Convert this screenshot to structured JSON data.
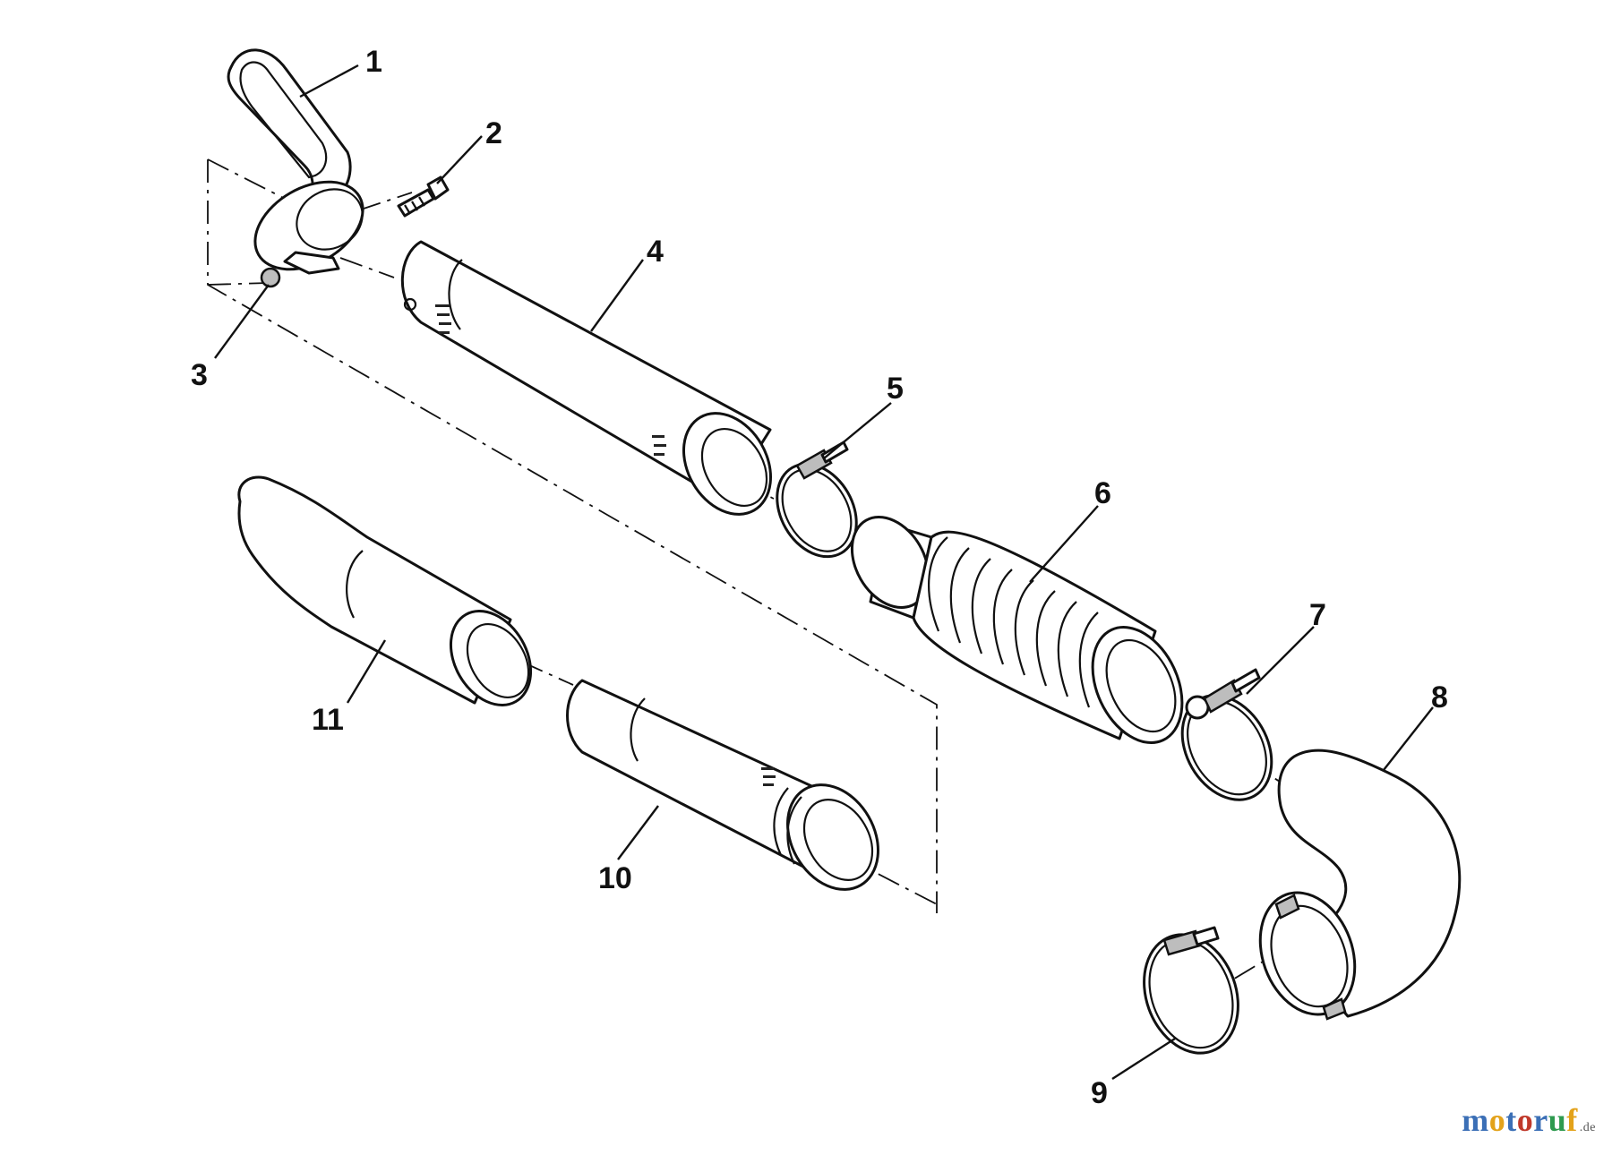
{
  "callouts": [
    "1",
    "2",
    "3",
    "4",
    "5",
    "6",
    "7",
    "8",
    "9",
    "10",
    "11"
  ],
  "watermark": {
    "letters": [
      "m",
      "o",
      "t",
      "o",
      "r",
      "u",
      "f"
    ],
    "tld": ".de",
    "colors": [
      "#3b6fb6",
      "#e3a21a",
      "#3b6fb6",
      "#c0392b",
      "#3b6fb6",
      "#2e9a4f",
      "#e3a21a"
    ]
  }
}
